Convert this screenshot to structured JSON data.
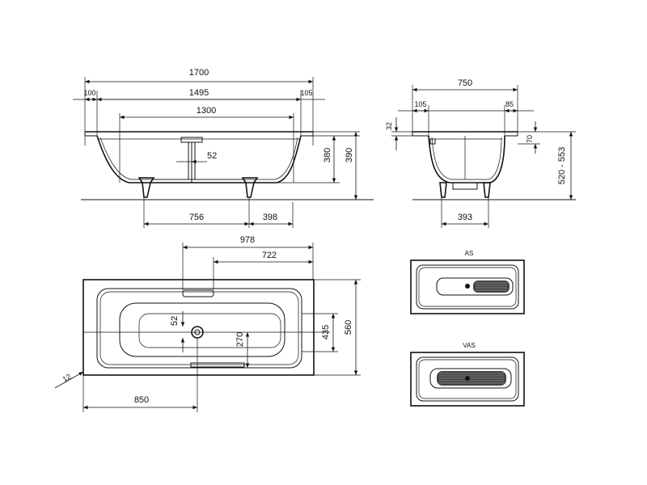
{
  "side_view": {
    "total_length": "1700",
    "left_rim": "100",
    "inner_length": "1495",
    "right_rim": "105",
    "bottom_length": "1300",
    "drain_offset": "52",
    "depth_inner": "380",
    "depth_total": "390",
    "foot_left": "756",
    "foot_right": "398"
  },
  "end_view": {
    "width": "750",
    "rim_left": "105",
    "rim_right": "85",
    "rim_thickness": "32",
    "overflow_height": "70",
    "height_range": "520 - 553",
    "foot_span": "393"
  },
  "top_view": {
    "drain_to_right": "978",
    "overflow_to_right": "722",
    "drain_offset": "52",
    "drain_from_side": "270",
    "inner_width": "435",
    "total_width": "560",
    "rim_radius": "12",
    "drain_from_left": "850"
  },
  "variants": {
    "as_label": "AS",
    "vas_label": "VAS"
  }
}
